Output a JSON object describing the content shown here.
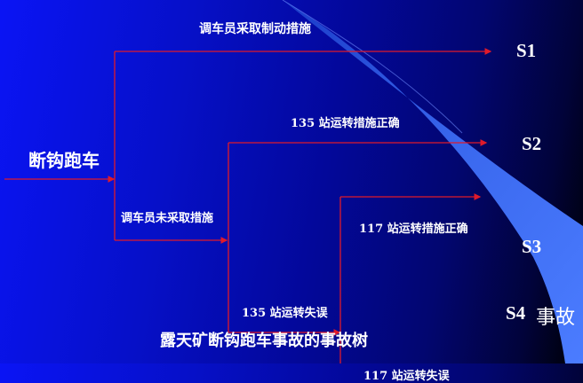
{
  "initiating_event": "断钩跑车",
  "branches": {
    "dispatcher_brakes": "调车员采取制动措施",
    "dispatcher_no_action": "调车员未采取措施",
    "s135_correct": "135 站运转措施正确",
    "s135_error": "135 站运转失误",
    "s117_correct": "117 站运转措施正确",
    "s117_error": "117 站运转失误"
  },
  "outcomes": [
    "S1",
    "S2",
    "S3",
    "S4"
  ],
  "accident_label": "事故",
  "caption": "露天矿断钩跑车事故的事故树",
  "colors": {
    "line": "#e01a2a",
    "text": "#ffffff",
    "swoosh": "#3b6cf0"
  }
}
